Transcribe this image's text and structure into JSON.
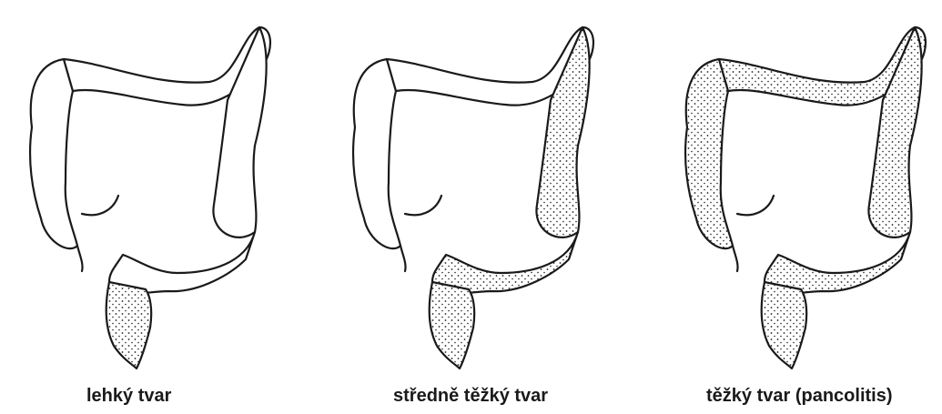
{
  "panels": [
    {
      "caption": "lehký tvar",
      "severity": "mild"
    },
    {
      "caption": "středně těžký tvar",
      "severity": "moderate"
    },
    {
      "caption": "těžký tvar (pancolitis)",
      "severity": "severe"
    }
  ]
}
